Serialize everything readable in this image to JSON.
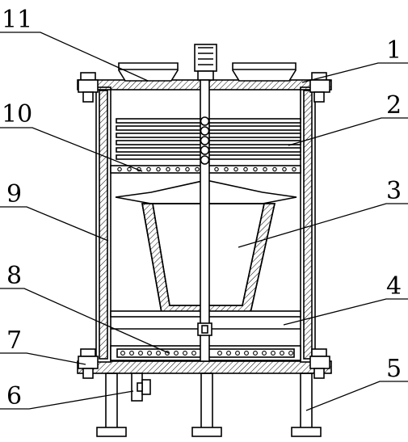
{
  "diagram": {
    "labels": {
      "l1": "1",
      "l2": "2",
      "l3": "3",
      "l4": "4",
      "l5": "5",
      "l6": "6",
      "l7": "7",
      "l8": "8",
      "l9": "9",
      "l10": "10",
      "l11": "11"
    },
    "colors": {
      "line": "#000000",
      "background": "#ffffff"
    }
  }
}
